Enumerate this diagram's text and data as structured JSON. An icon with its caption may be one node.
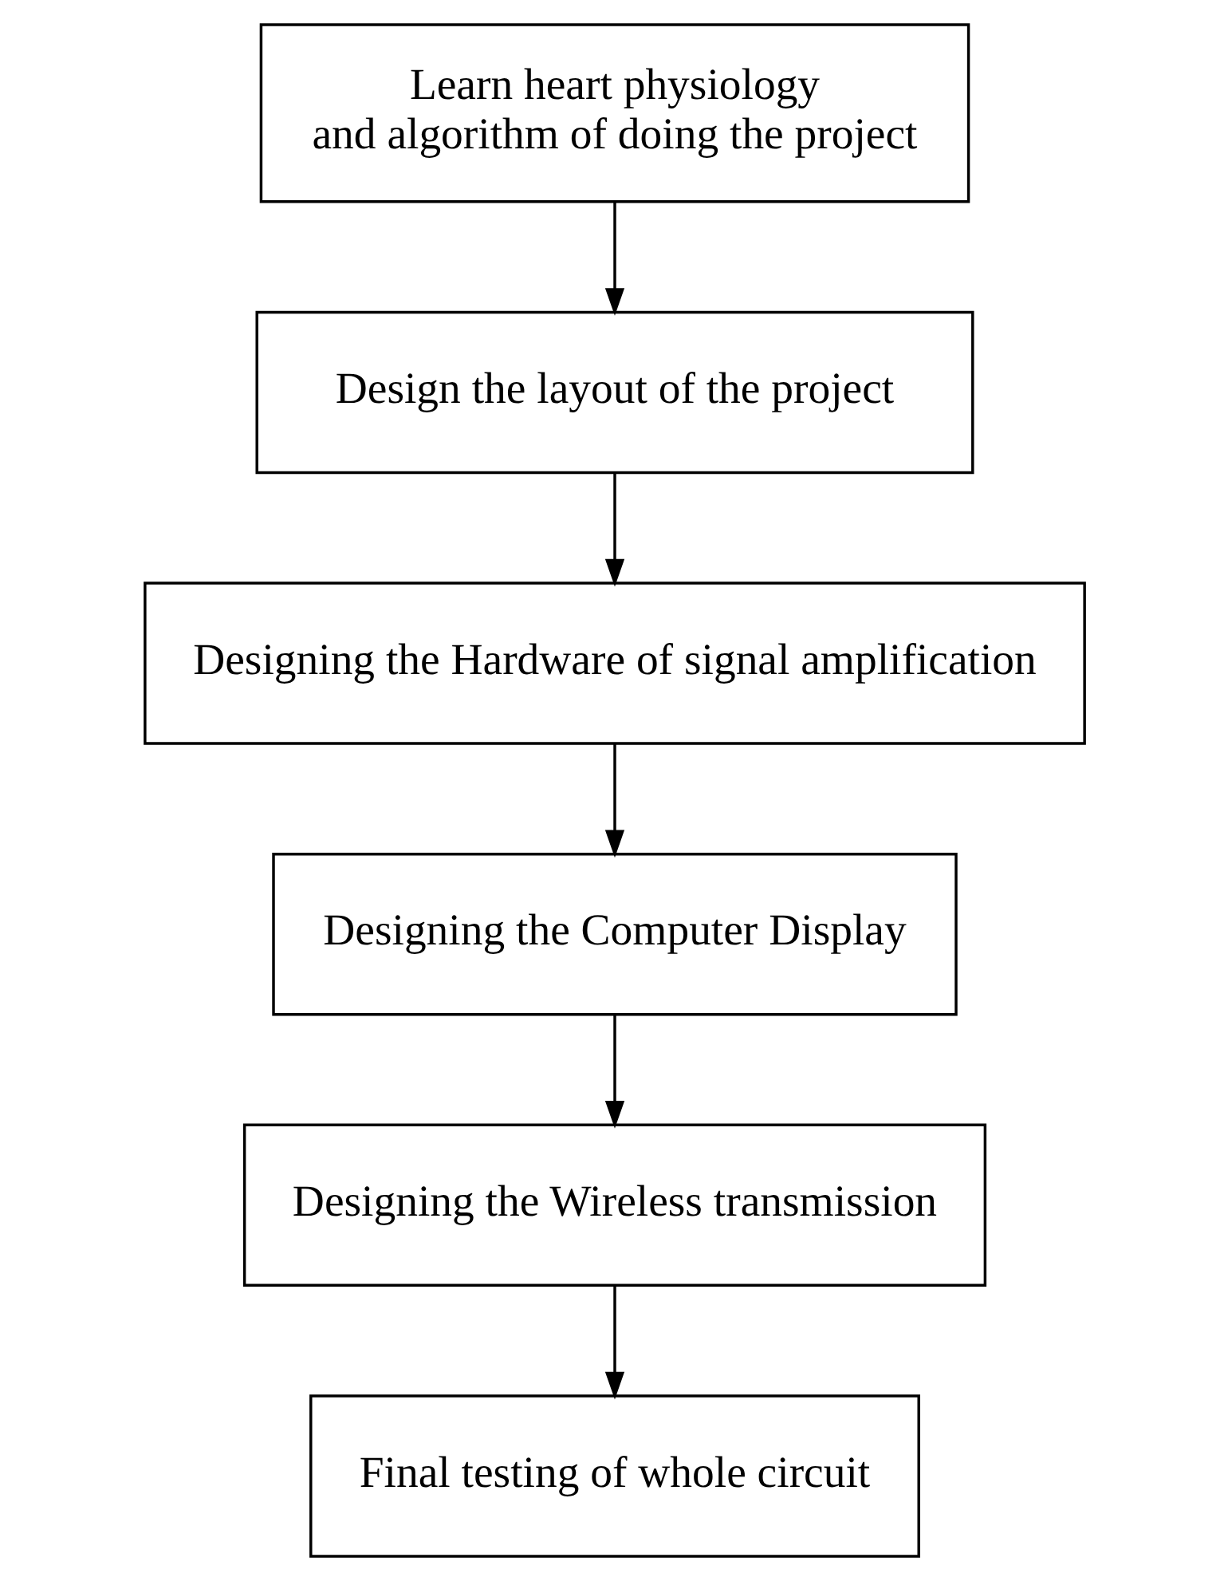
{
  "diagram": {
    "nodes": [
      {
        "text": [
          "Learn heart physiology and algorithm of doing the project"
        ]
      },
      {
        "text": [
          "Design the layout of the project"
        ]
      },
      {
        "text": [
          "Designing the Hardware of signal amplification"
        ]
      },
      {
        "text": [
          "Designing the Computer Display"
        ]
      },
      {
        "text": [
          "Designing the Wireless transmission"
        ]
      },
      {
        "text": [
          "Final testing of whole circuit"
        ]
      }
    ],
    "edges": [
      {
        "from": 0,
        "to": 1,
        "arrow": "to"
      },
      {
        "from": 1,
        "to": 2,
        "arrow": "to"
      },
      {
        "from": 2,
        "to": 3,
        "arrow": "to"
      },
      {
        "from": 3,
        "to": 4,
        "arrow": "to"
      },
      {
        "from": 4,
        "to": 5,
        "arrow": "to"
      }
    ]
  }
}
